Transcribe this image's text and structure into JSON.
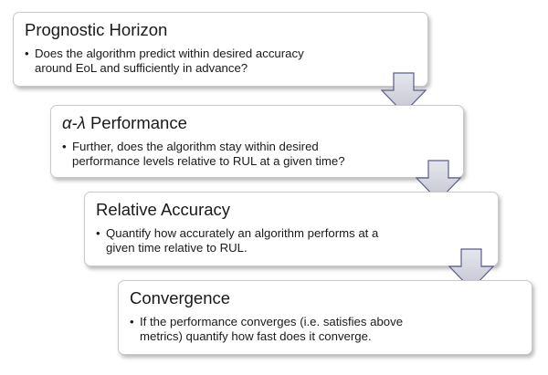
{
  "steps": [
    {
      "title_prefix": "",
      "title": "Prognostic Horizon",
      "bullet_char": "•",
      "bullet_text": "Does the algorithm predict within desired accuracy\naround EoL and sufficiently in advance?"
    },
    {
      "title_prefix": "α-λ",
      "title": " Performance",
      "bullet_char": "•",
      "bullet_text": "Further, does the algorithm stay within desired\nperformance levels relative to RUL at a given time?"
    },
    {
      "title_prefix": "",
      "title": "Relative Accuracy",
      "bullet_char": "•",
      "bullet_text": "Quantify how accurately an algorithm performs at a\ngiven time relative to RUL."
    },
    {
      "title_prefix": "",
      "title": "Convergence",
      "bullet_char": "•",
      "bullet_text": "If the performance converges (i.e. satisfies above\nmetrics) quantify how fast does it converge."
    }
  ],
  "colors": {
    "arrow_fill_top": "#e6e6ee",
    "arrow_fill_bottom": "#c5c5d3",
    "arrow_stroke": "#5a5f8a"
  },
  "icons": {
    "connector": "down-arrow-icon"
  }
}
